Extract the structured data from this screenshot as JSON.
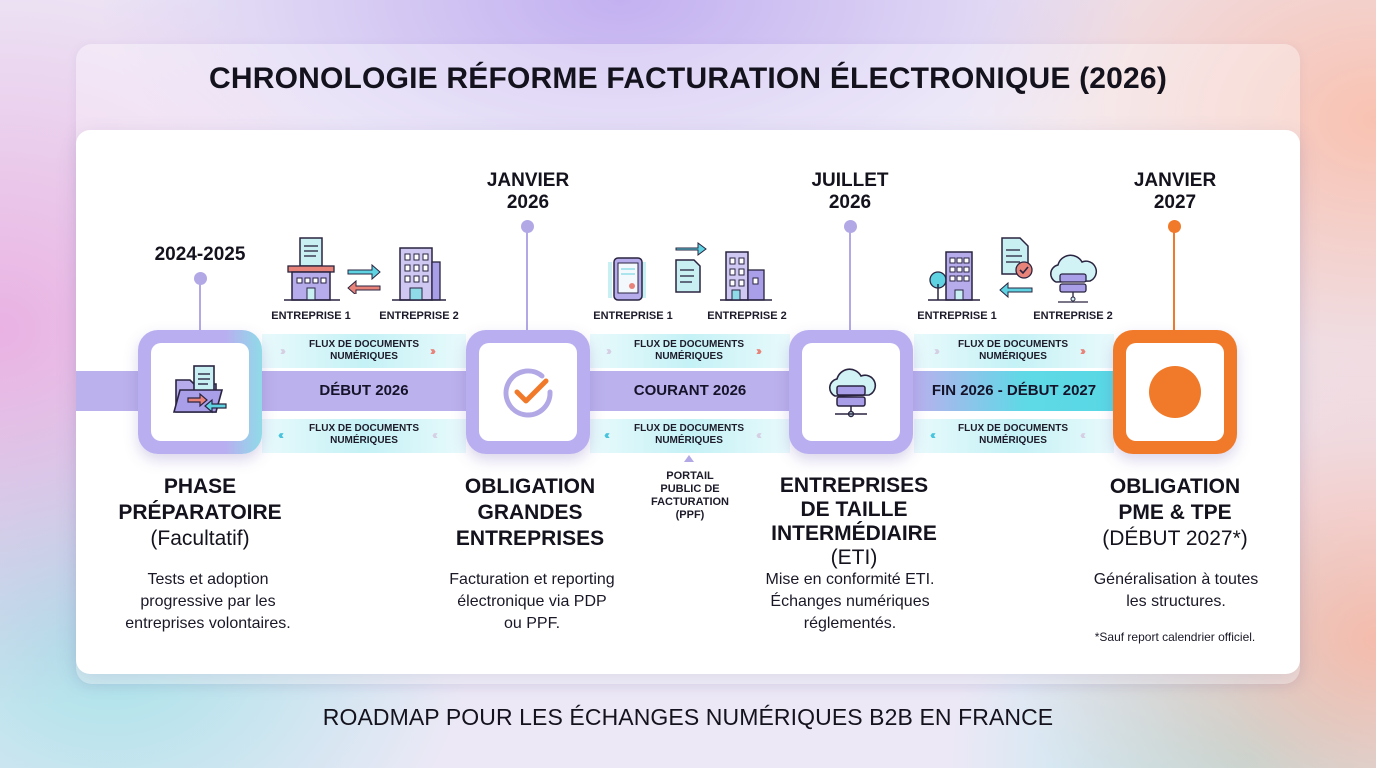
{
  "header": {
    "title": "CHRONOLOGIE RÉFORME FACTURATION ÉLECTRONIQUE (2026)"
  },
  "footer": {
    "subtitle": "ROADMAP POUR LES ÉCHANGES NUMÉRIQUES B2B EN FRANCE"
  },
  "colors": {
    "lavender": "#b9aef0",
    "cyan": "#5fd9e6",
    "orange": "#f07a2a",
    "coral": "#e8837a"
  },
  "milestones": [
    {
      "date": "2024-2025",
      "icon": "folder-document-exchange-icon",
      "title_lines": [
        "PHASE",
        "PRÉPARATOIRE"
      ],
      "subtitle": "(Facultatif)",
      "description_lines": [
        "Tests et adoption",
        "progressive par les",
        "entreprises volontaires."
      ]
    },
    {
      "date_lines": [
        "JANVIER",
        "2026"
      ],
      "icon": "check-circle-icon",
      "title_lines": [
        "OBLIGATION",
        "GRANDES",
        "ENTREPRISES"
      ],
      "description_lines": [
        "Facturation et reporting",
        "électronique via PDP",
        "ou PPF."
      ]
    },
    {
      "date_lines": [
        "JUILLET",
        "2026"
      ],
      "icon": "cloud-server-icon",
      "title_lines": [
        "ENTREPRISES",
        "DE TAILLE",
        "INTERMÉDIAIRE"
      ],
      "subtitle": "(ETI)",
      "description_lines": [
        "Mise en conformité ETI.",
        "Échanges numériques",
        "réglementés."
      ]
    },
    {
      "date_lines": [
        "JANVIER",
        "2027"
      ],
      "icon": "orange-dot-icon",
      "title_lines": [
        "OBLIGATION",
        "PME & TPE"
      ],
      "subtitle": "(DÉBUT 2027*)",
      "description_lines": [
        "Généralisation à toutes",
        "les structures."
      ],
      "footnote": "*Sauf report calendrier officiel."
    }
  ],
  "segments": [
    {
      "label": "DÉBUT 2026",
      "entity_left": "ENTREPRISE 1",
      "entity_right": "ENTREPRISE 2",
      "flux_top_lines": [
        "FLUX DE DOCUMENTS",
        "NUMÉRIQUES"
      ],
      "flux_bottom_lines": [
        "FLUX DE DOCUMENTS",
        "NUMÉRIQUES"
      ]
    },
    {
      "label": "COURANT 2026",
      "entity_left": "ENTREPRISE 1",
      "entity_right": "ENTREPRISE 2",
      "flux_top_lines": [
        "FLUX DE DOCUMENTS",
        "NUMÉRIQUES"
      ],
      "flux_bottom_lines": [
        "FLUX DE DOCUMENTS",
        "NUMÉRIQUES"
      ],
      "annotation_lines": [
        "PORTAIL",
        "PUBLIC DE",
        "FACTURATION",
        "(PPF)"
      ]
    },
    {
      "label": "FIN 2026 - DÉBUT 2027",
      "entity_left": "ENTREPRISE 1",
      "entity_right": "ENTREPRISE 2",
      "flux_top_lines": [
        "FLUX DE DOCUMENTS",
        "NUMÉRIQUES"
      ],
      "flux_bottom_lines": [
        "FLUX DE DOCUMENTS",
        "NUMÉRIQUES"
      ]
    }
  ],
  "chevrons": {
    "right": "›››",
    "left": "‹‹‹"
  }
}
